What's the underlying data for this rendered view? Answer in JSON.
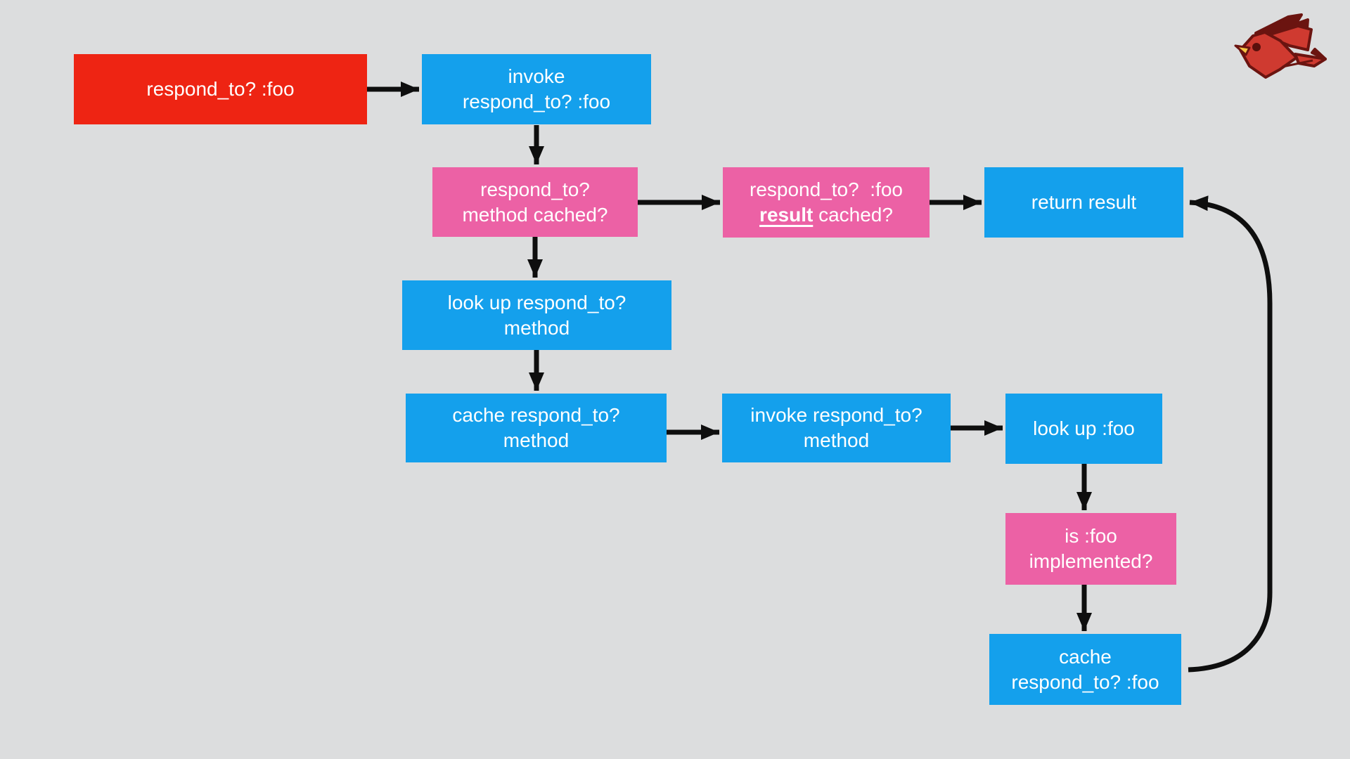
{
  "diagram": {
    "title": "respond_to? :foo method lookup and caching flowchart",
    "background_color": "#dcddde",
    "colors": {
      "start_red": "#ee2413",
      "process_blue": "#14a0ec",
      "decision_pink": "#ec61a5",
      "arrow_black": "#0e0e0e",
      "node_text": "#ffffff"
    },
    "logo": {
      "name": "red-bird-logo",
      "body_color": "#cf3a30",
      "wing_color": "#6b1410",
      "beak_color": "#f6c544"
    },
    "nodes": {
      "start": {
        "type": "start",
        "line1": "respond_to? :foo"
      },
      "invoke_respond": {
        "type": "process",
        "line1": "invoke",
        "line2": "respond_to? :foo"
      },
      "method_cached": {
        "type": "decision",
        "line1": "respond_to?",
        "line2": "method cached?"
      },
      "result_cached": {
        "type": "decision",
        "line1": "respond_to?  :foo",
        "line2_emphasis": "result",
        "line2_rest": " cached?"
      },
      "return_result": {
        "type": "process",
        "line1": "return result"
      },
      "lookup_method": {
        "type": "process",
        "line1": "look up respond_to?",
        "line2": "method"
      },
      "cache_method": {
        "type": "process",
        "line1": "cache respond_to?",
        "line2": "method"
      },
      "invoke_method": {
        "type": "process",
        "line1": "invoke respond_to?",
        "line2": "method"
      },
      "lookup_foo": {
        "type": "process",
        "line1": "look up :foo"
      },
      "is_foo_impl": {
        "type": "decision",
        "line1": "is :foo",
        "line2": "implemented?"
      },
      "cache_foo": {
        "type": "process",
        "line1": "cache",
        "line2": "respond_to? :foo"
      }
    },
    "edges": [
      "start -> invoke_respond",
      "invoke_respond -> method_cached",
      "method_cached -> result_cached",
      "result_cached -> return_result",
      "method_cached -> lookup_method",
      "lookup_method -> cache_method",
      "cache_method -> invoke_method",
      "invoke_method -> lookup_foo",
      "lookup_foo -> is_foo_impl",
      "is_foo_impl -> cache_foo",
      "cache_foo -> return_result (curved)"
    ]
  }
}
